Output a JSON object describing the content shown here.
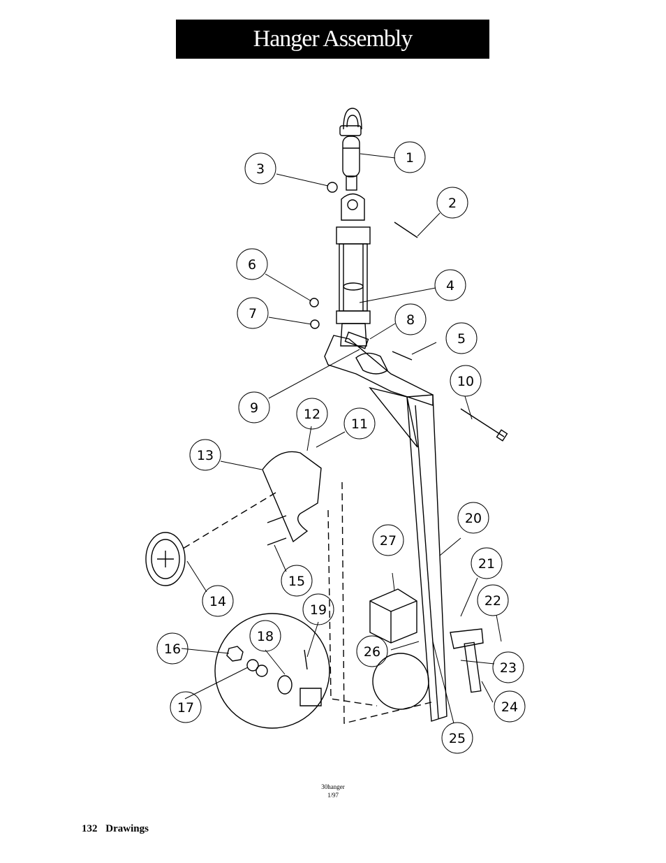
{
  "header": {
    "title": "Hanger Assembly"
  },
  "drawing": {
    "callouts": [
      "1",
      "2",
      "3",
      "4",
      "5",
      "6",
      "7",
      "8",
      "9",
      "10",
      "11",
      "12",
      "13",
      "14",
      "15",
      "16",
      "17",
      "18",
      "19",
      "20",
      "21",
      "22",
      "23",
      "24",
      "25",
      "26",
      "27"
    ],
    "file_name": "30hanger",
    "file_date": "1/97"
  },
  "footer": {
    "page_number": "132",
    "section": "Drawings"
  }
}
